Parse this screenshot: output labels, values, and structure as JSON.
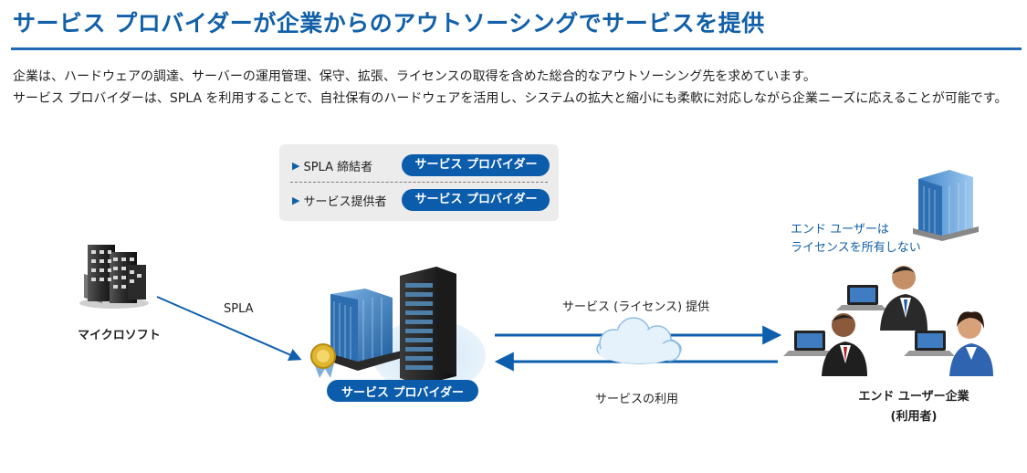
{
  "title": "サービス プロバイダーが企業からのアウトソーシングでサービスを提供",
  "paragraphs": [
    "企業は、ハードウェアの調達、サーバーの運用管理、保守、拡張、ライセンスの取得を含めた総合的なアウトソーシング先を求めています。",
    "サービス プロバイダーは、SPLA を利用することで、自社保有のハードウェアを活用し、システムの拡大と縮小にも柔軟に対応しながら企業ニーズに応えることが可能です。"
  ],
  "roles": [
    {
      "label": "SPLA 締結者",
      "value": "サービス プロバイダー"
    },
    {
      "label": "サービス提供者",
      "value": "サービス プロバイダー"
    }
  ],
  "nodes": {
    "microsoft": "マイクロソフト",
    "service_provider": "サービス プロバイダー",
    "end_user_line1": "エンド ユーザー企業",
    "end_user_line2": "(利用者)",
    "end_user_note_line1": "エンド ユーザーは",
    "end_user_note_line2": "ライセンスを所有しない"
  },
  "edges": {
    "spla": "SPLA",
    "provide": "サービス (ライセンス) 提供",
    "use": "サービスの利用"
  },
  "colors": {
    "brand_blue": "#1160a8",
    "pill_blue": "#0b5cab",
    "arrow_blue": "#0d5fae",
    "box_gray": "#ececec"
  },
  "icons": [
    "building-icon",
    "server-rack-icon",
    "certificate-seal-icon",
    "cloud-icon",
    "office-tower-icon",
    "person-laptop-icon"
  ]
}
